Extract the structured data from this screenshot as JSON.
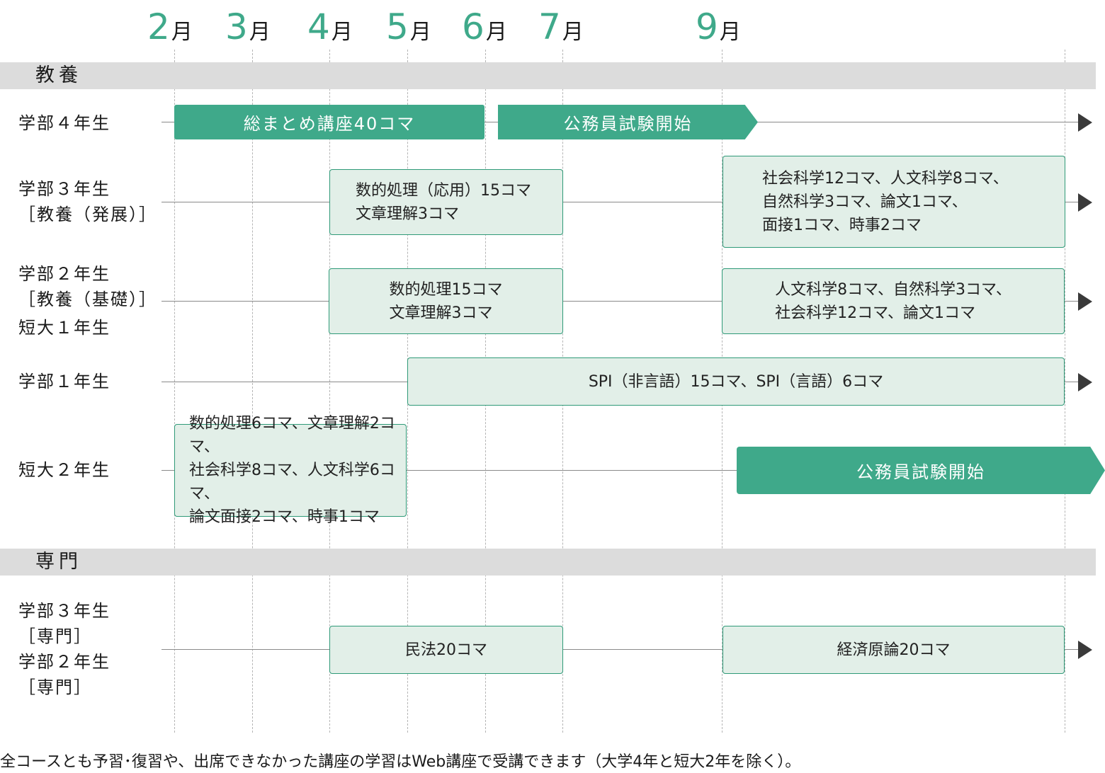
{
  "months": [
    {
      "num": "2",
      "unit": "月"
    },
    {
      "num": "3",
      "unit": "月"
    },
    {
      "num": "4",
      "unit": "月"
    },
    {
      "num": "5",
      "unit": "月"
    },
    {
      "num": "6",
      "unit": "月"
    },
    {
      "num": "7",
      "unit": "月"
    },
    {
      "num": "9",
      "unit": "月"
    }
  ],
  "sections": {
    "kyoyo": "教養",
    "senmon": "専門"
  },
  "rows": {
    "r1": {
      "label": [
        "学部４年生"
      ]
    },
    "r2": {
      "label": [
        "学部３年生",
        "［教養（発展）］"
      ]
    },
    "r3": {
      "label": [
        "学部２年生",
        "［教養（基礎）］",
        "短大１年生"
      ]
    },
    "r4": {
      "label": [
        "学部１年生"
      ]
    },
    "r5": {
      "label": [
        "短大２年生"
      ]
    },
    "r6": {
      "label": [
        "学部３年生",
        "［専門］",
        "学部２年生",
        "［専門］"
      ]
    }
  },
  "bars": {
    "r1_pill": "総まとめ講座40コマ",
    "r1_flag": "公務員試験開始",
    "r2_a": [
      "数的処理（応用）15コマ",
      "文章理解3コマ"
    ],
    "r2_b": [
      "社会科学12コマ、人文科学8コマ、",
      "自然科学3コマ、論文1コマ、",
      "面接1コマ、時事2コマ"
    ],
    "r3_a": [
      "数的処理15コマ",
      "文章理解3コマ"
    ],
    "r3_b": [
      "人文科学8コマ、自然科学3コマ、",
      "社会科学12コマ、論文1コマ"
    ],
    "r4_a": "SPI（非言語）15コマ、SPI（言語）6コマ",
    "r5_a": [
      "数的処理6コマ、文章理解2コマ、",
      "社会科学8コマ、人文科学6コマ、",
      "論文面接2コマ、時事1コマ"
    ],
    "r5_flag": "公務員試験開始",
    "r6_a": "民法20コマ",
    "r6_b": "経済原論20コマ"
  },
  "footnote": "全コースとも予習･復習や、出席できなかった講座の学習はWeb講座で受講できます（大学4年と短大2年を除く）。",
  "colors": {
    "accent": "#3fa98a",
    "box_fill": "#e2efe8",
    "band": "#dcdcdc"
  }
}
